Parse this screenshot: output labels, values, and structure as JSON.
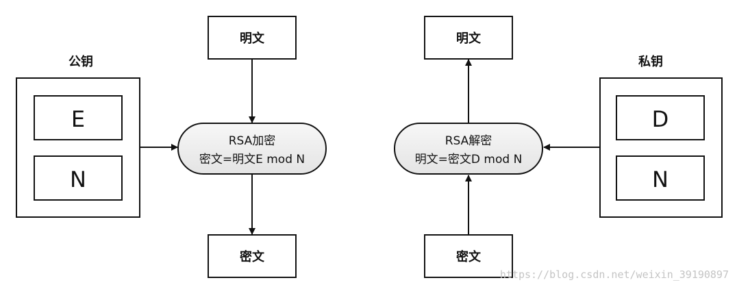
{
  "encrypt": {
    "key_label": "公钥",
    "key_parts": [
      "E",
      "N"
    ],
    "input_label": "明文",
    "process_title": "RSA加密",
    "process_formula": "密文=明文E mod N",
    "output_label": "密文"
  },
  "decrypt": {
    "key_label": "私钥",
    "key_parts": [
      "D",
      "N"
    ],
    "input_label": "密文",
    "process_title": "RSA解密",
    "process_formula": "明文=密文D mod N",
    "output_label": "明文"
  },
  "watermark": "https://blog.csdn.net/weixin_39190897",
  "colors": {
    "stroke": "#111111",
    "process_fill": "#eeeeee",
    "watermark": "#c4c4c4"
  }
}
